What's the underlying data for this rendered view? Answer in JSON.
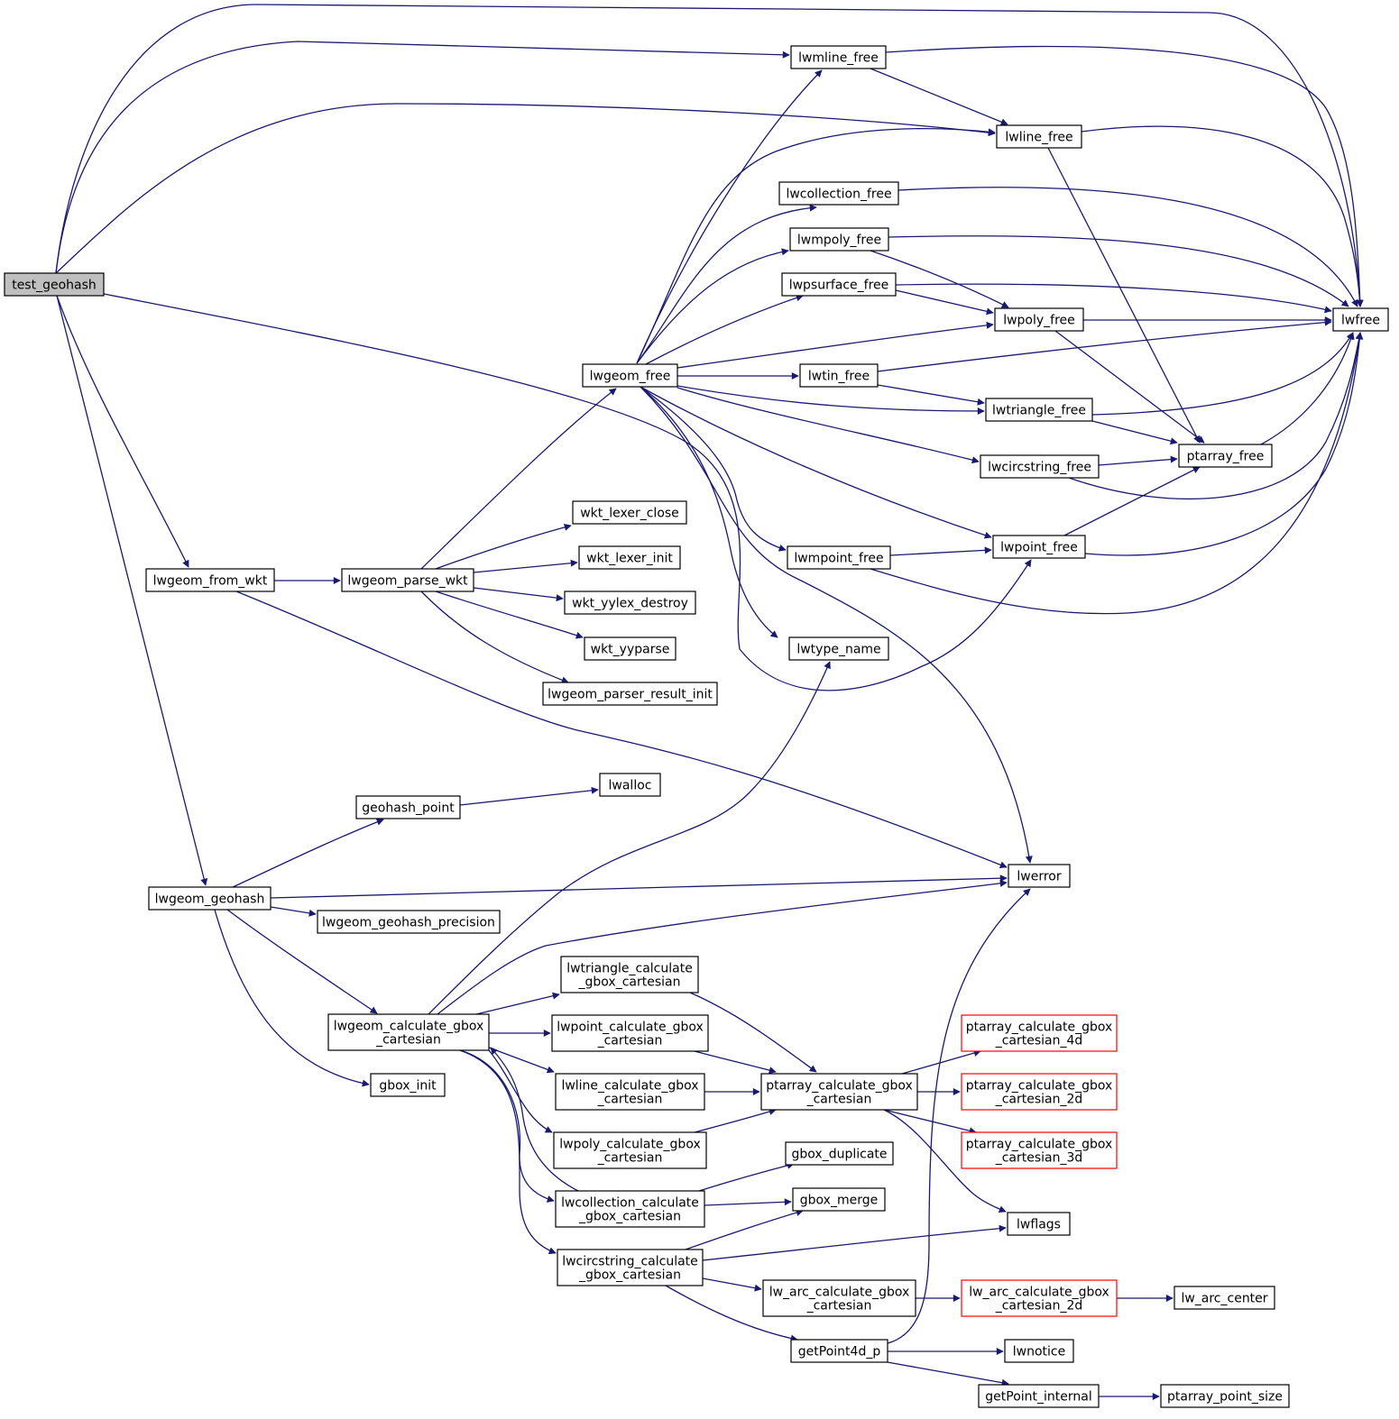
{
  "graph": {
    "type": "call-graph",
    "edge_color": "#191970",
    "root_fill": "#bfbfbf",
    "truncated_border": "#ff0000",
    "nodes": [
      {
        "id": "test_geohash",
        "lines": [
          "test_geohash"
        ],
        "root": true
      },
      {
        "id": "lwmline_free",
        "lines": [
          "lwmline_free"
        ]
      },
      {
        "id": "lwline_free",
        "lines": [
          "lwline_free"
        ]
      },
      {
        "id": "lwfree",
        "lines": [
          "lwfree"
        ]
      },
      {
        "id": "lwcollection_free",
        "lines": [
          "lwcollection_free"
        ]
      },
      {
        "id": "lwmpoly_free",
        "lines": [
          "lwmpoly_free"
        ]
      },
      {
        "id": "lwpsurface_free",
        "lines": [
          "lwpsurface_free"
        ]
      },
      {
        "id": "lwpoly_free",
        "lines": [
          "lwpoly_free"
        ]
      },
      {
        "id": "lwgeom_free",
        "lines": [
          "lwgeom_free"
        ]
      },
      {
        "id": "lwtin_free",
        "lines": [
          "lwtin_free"
        ]
      },
      {
        "id": "lwtriangle_free",
        "lines": [
          "lwtriangle_free"
        ]
      },
      {
        "id": "ptarray_free",
        "lines": [
          "ptarray_free"
        ]
      },
      {
        "id": "lwcircstring_free",
        "lines": [
          "lwcircstring_free"
        ]
      },
      {
        "id": "wkt_lexer_close",
        "lines": [
          "wkt_lexer_close"
        ]
      },
      {
        "id": "wkt_lexer_init",
        "lines": [
          "wkt_lexer_init"
        ]
      },
      {
        "id": "lwgeom_from_wkt",
        "lines": [
          "lwgeom_from_wkt"
        ]
      },
      {
        "id": "lwgeom_parse_wkt",
        "lines": [
          "lwgeom_parse_wkt"
        ]
      },
      {
        "id": "lwmpoint_free",
        "lines": [
          "lwmpoint_free"
        ]
      },
      {
        "id": "lwpoint_free",
        "lines": [
          "lwpoint_free"
        ]
      },
      {
        "id": "wkt_yylex_destroy",
        "lines": [
          "wkt_yylex_destroy"
        ]
      },
      {
        "id": "wkt_yyparse",
        "lines": [
          "wkt_yyparse"
        ]
      },
      {
        "id": "lwtype_name",
        "lines": [
          "lwtype_name"
        ]
      },
      {
        "id": "lwgeom_parser_result_init",
        "lines": [
          "lwgeom_parser_result_init"
        ]
      },
      {
        "id": "lwalloc",
        "lines": [
          "lwalloc"
        ]
      },
      {
        "id": "geohash_point",
        "lines": [
          "geohash_point"
        ]
      },
      {
        "id": "lwerror",
        "lines": [
          "lwerror"
        ]
      },
      {
        "id": "lwgeom_geohash",
        "lines": [
          "lwgeom_geohash"
        ]
      },
      {
        "id": "lwgeom_geohash_precision",
        "lines": [
          "lwgeom_geohash_precision"
        ]
      },
      {
        "id": "lwtriangle_calculate_gbox_cartesian",
        "lines": [
          "lwtriangle_calculate",
          "_gbox_cartesian"
        ]
      },
      {
        "id": "lwgeom_calculate_gbox_cartesian",
        "lines": [
          "lwgeom_calculate_gbox",
          "_cartesian"
        ]
      },
      {
        "id": "lwpoint_calculate_gbox_cartesian",
        "lines": [
          "lwpoint_calculate_gbox",
          "_cartesian"
        ]
      },
      {
        "id": "ptarray_calculate_gbox_cartesian_4d",
        "lines": [
          "ptarray_calculate_gbox",
          "_cartesian_4d"
        ],
        "truncated": true
      },
      {
        "id": "gbox_init",
        "lines": [
          "gbox_init"
        ]
      },
      {
        "id": "lwline_calculate_gbox_cartesian",
        "lines": [
          "lwline_calculate_gbox",
          "_cartesian"
        ]
      },
      {
        "id": "ptarray_calculate_gbox_cartesian",
        "lines": [
          "ptarray_calculate_gbox",
          "_cartesian"
        ]
      },
      {
        "id": "ptarray_calculate_gbox_cartesian_2d",
        "lines": [
          "ptarray_calculate_gbox",
          "_cartesian_2d"
        ],
        "truncated": true
      },
      {
        "id": "lwpoly_calculate_gbox_cartesian",
        "lines": [
          "lwpoly_calculate_gbox",
          "_cartesian"
        ]
      },
      {
        "id": "ptarray_calculate_gbox_cartesian_3d",
        "lines": [
          "ptarray_calculate_gbox",
          "_cartesian_3d"
        ],
        "truncated": true
      },
      {
        "id": "gbox_duplicate",
        "lines": [
          "gbox_duplicate"
        ]
      },
      {
        "id": "lwcollection_calculate_gbox_cartesian",
        "lines": [
          "lwcollection_calculate",
          "_gbox_cartesian"
        ]
      },
      {
        "id": "gbox_merge",
        "lines": [
          "gbox_merge"
        ]
      },
      {
        "id": "lwflags",
        "lines": [
          "lwflags"
        ]
      },
      {
        "id": "lwcircstring_calculate_gbox_cartesian",
        "lines": [
          "lwcircstring_calculate",
          "_gbox_cartesian"
        ]
      },
      {
        "id": "lw_arc_calculate_gbox_cartesian",
        "lines": [
          "lw_arc_calculate_gbox",
          "_cartesian"
        ]
      },
      {
        "id": "lw_arc_calculate_gbox_cartesian_2d",
        "lines": [
          "lw_arc_calculate_gbox",
          "_cartesian_2d"
        ],
        "truncated": true
      },
      {
        "id": "lw_arc_center",
        "lines": [
          "lw_arc_center"
        ]
      },
      {
        "id": "getPoint4d_p",
        "lines": [
          "getPoint4d_p"
        ]
      },
      {
        "id": "lwnotice",
        "lines": [
          "lwnotice"
        ]
      },
      {
        "id": "getPoint_internal",
        "lines": [
          "getPoint_internal"
        ]
      },
      {
        "id": "ptarray_point_size",
        "lines": [
          "ptarray_point_size"
        ]
      }
    ],
    "edges": [
      [
        "test_geohash",
        "lwfree"
      ],
      [
        "test_geohash",
        "lwmline_free"
      ],
      [
        "test_geohash",
        "lwline_free"
      ],
      [
        "test_geohash",
        "lwpoint_free"
      ],
      [
        "test_geohash",
        "lwgeom_from_wkt"
      ],
      [
        "test_geohash",
        "lwgeom_geohash"
      ],
      [
        "lwmline_free",
        "lwfree"
      ],
      [
        "lwmline_free",
        "lwline_free"
      ],
      [
        "lwline_free",
        "lwfree"
      ],
      [
        "lwline_free",
        "ptarray_free"
      ],
      [
        "lwcollection_free",
        "lwfree"
      ],
      [
        "lwmpoly_free",
        "lwfree"
      ],
      [
        "lwmpoly_free",
        "lwpoly_free"
      ],
      [
        "lwpsurface_free",
        "lwfree"
      ],
      [
        "lwpsurface_free",
        "lwpoly_free"
      ],
      [
        "lwpoly_free",
        "lwfree"
      ],
      [
        "lwpoly_free",
        "ptarray_free"
      ],
      [
        "lwgeom_free",
        "lwmline_free"
      ],
      [
        "lwgeom_free",
        "lwline_free"
      ],
      [
        "lwgeom_free",
        "lwcollection_free"
      ],
      [
        "lwgeom_free",
        "lwmpoly_free"
      ],
      [
        "lwgeom_free",
        "lwpsurface_free"
      ],
      [
        "lwgeom_free",
        "lwpoly_free"
      ],
      [
        "lwgeom_free",
        "lwtin_free"
      ],
      [
        "lwgeom_free",
        "lwtriangle_free"
      ],
      [
        "lwgeom_free",
        "lwcircstring_free"
      ],
      [
        "lwgeom_free",
        "lwpoint_free"
      ],
      [
        "lwgeom_free",
        "lwmpoint_free"
      ],
      [
        "lwgeom_free",
        "lwtype_name"
      ],
      [
        "lwgeom_free",
        "lwerror"
      ],
      [
        "lwtin_free",
        "lwfree"
      ],
      [
        "lwtin_free",
        "lwtriangle_free"
      ],
      [
        "lwtriangle_free",
        "lwfree"
      ],
      [
        "lwtriangle_free",
        "ptarray_free"
      ],
      [
        "ptarray_free",
        "lwfree"
      ],
      [
        "lwcircstring_free",
        "ptarray_free"
      ],
      [
        "lwcircstring_free",
        "lwfree"
      ],
      [
        "lwgeom_from_wkt",
        "lwgeom_parse_wkt"
      ],
      [
        "lwgeom_from_wkt",
        "lwerror"
      ],
      [
        "lwgeom_parse_wkt",
        "lwgeom_free"
      ],
      [
        "lwgeom_parse_wkt",
        "wkt_lexer_close"
      ],
      [
        "lwgeom_parse_wkt",
        "wkt_lexer_init"
      ],
      [
        "lwgeom_parse_wkt",
        "wkt_yylex_destroy"
      ],
      [
        "lwgeom_parse_wkt",
        "wkt_yyparse"
      ],
      [
        "lwgeom_parse_wkt",
        "lwgeom_parser_result_init"
      ],
      [
        "lwmpoint_free",
        "lwpoint_free"
      ],
      [
        "lwmpoint_free",
        "lwfree"
      ],
      [
        "lwpoint_free",
        "ptarray_free"
      ],
      [
        "lwpoint_free",
        "lwfree"
      ],
      [
        "geohash_point",
        "lwalloc"
      ],
      [
        "lwgeom_geohash",
        "geohash_point"
      ],
      [
        "lwgeom_geohash",
        "lwerror"
      ],
      [
        "lwgeom_geohash",
        "lwgeom_geohash_precision"
      ],
      [
        "lwgeom_geohash",
        "lwgeom_calculate_gbox_cartesian"
      ],
      [
        "lwgeom_geohash",
        "gbox_init"
      ],
      [
        "lwgeom_calculate_gbox_cartesian",
        "lwtype_name"
      ],
      [
        "lwgeom_calculate_gbox_cartesian",
        "lwerror"
      ],
      [
        "lwgeom_calculate_gbox_cartesian",
        "lwtriangle_calculate_gbox_cartesian"
      ],
      [
        "lwgeom_calculate_gbox_cartesian",
        "lwpoint_calculate_gbox_cartesian"
      ],
      [
        "lwgeom_calculate_gbox_cartesian",
        "lwline_calculate_gbox_cartesian"
      ],
      [
        "lwgeom_calculate_gbox_cartesian",
        "lwpoly_calculate_gbox_cartesian"
      ],
      [
        "lwgeom_calculate_gbox_cartesian",
        "lwcollection_calculate_gbox_cartesian"
      ],
      [
        "lwgeom_calculate_gbox_cartesian",
        "lwcircstring_calculate_gbox_cartesian"
      ],
      [
        "lwtriangle_calculate_gbox_cartesian",
        "ptarray_calculate_gbox_cartesian"
      ],
      [
        "lwpoint_calculate_gbox_cartesian",
        "ptarray_calculate_gbox_cartesian"
      ],
      [
        "lwline_calculate_gbox_cartesian",
        "ptarray_calculate_gbox_cartesian"
      ],
      [
        "lwpoly_calculate_gbox_cartesian",
        "ptarray_calculate_gbox_cartesian"
      ],
      [
        "ptarray_calculate_gbox_cartesian",
        "ptarray_calculate_gbox_cartesian_4d"
      ],
      [
        "ptarray_calculate_gbox_cartesian",
        "ptarray_calculate_gbox_cartesian_2d"
      ],
      [
        "ptarray_calculate_gbox_cartesian",
        "ptarray_calculate_gbox_cartesian_3d"
      ],
      [
        "ptarray_calculate_gbox_cartesian",
        "lwflags"
      ],
      [
        "lwcollection_calculate_gbox_cartesian",
        "gbox_duplicate"
      ],
      [
        "lwcollection_calculate_gbox_cartesian",
        "gbox_merge"
      ],
      [
        "lwcollection_calculate_gbox_cartesian",
        "lwgeom_calculate_gbox_cartesian"
      ],
      [
        "lwcircstring_calculate_gbox_cartesian",
        "gbox_merge"
      ],
      [
        "lwcircstring_calculate_gbox_cartesian",
        "lwflags"
      ],
      [
        "lwcircstring_calculate_gbox_cartesian",
        "lw_arc_calculate_gbox_cartesian"
      ],
      [
        "lwcircstring_calculate_gbox_cartesian",
        "getPoint4d_p"
      ],
      [
        "lw_arc_calculate_gbox_cartesian",
        "lw_arc_calculate_gbox_cartesian_2d"
      ],
      [
        "lw_arc_calculate_gbox_cartesian_2d",
        "lw_arc_center"
      ],
      [
        "getPoint4d_p",
        "lwerror"
      ],
      [
        "getPoint4d_p",
        "lwnotice"
      ],
      [
        "getPoint4d_p",
        "getPoint_internal"
      ],
      [
        "getPoint_internal",
        "ptarray_point_size"
      ]
    ]
  }
}
